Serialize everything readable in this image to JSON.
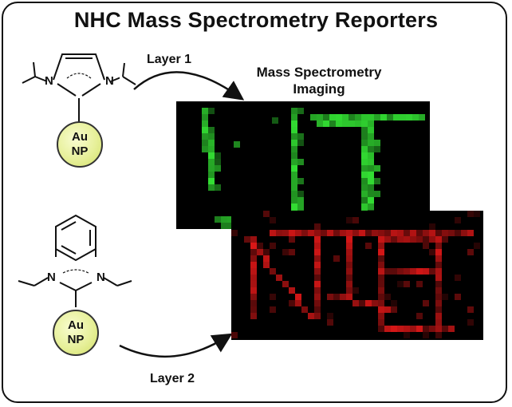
{
  "title": "NHC Mass Spectrometry Reporters",
  "layer1_label": "Layer 1",
  "layer2_label": "Layer 2",
  "imaging_title_line1": "Mass Spectrometry",
  "imaging_title_line2": "Imaging",
  "np_label_top": "Au",
  "np_label_bottom": "NP",
  "atom_nitrogen": "N",
  "colors": {
    "green_channel": "#33e033",
    "red_channel": "#e01818",
    "np_fill": "#e7f09a",
    "background": "#000000"
  }
}
